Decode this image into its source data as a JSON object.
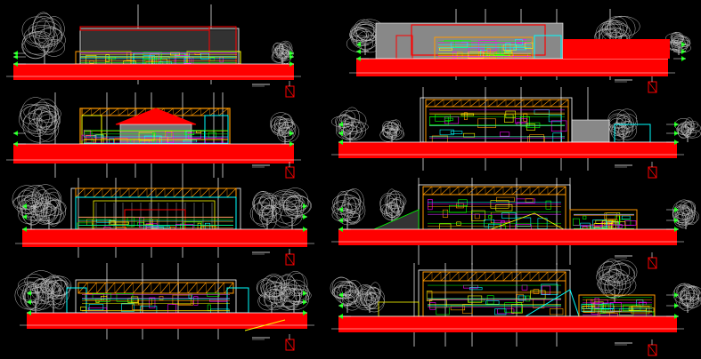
{
  "drawing": {
    "background": "#000000",
    "colors": {
      "ground": "#ff0000",
      "structure": "#ff9900",
      "wall": "#ffff00",
      "glass": "#00ffff",
      "trees": "#bbbbbb",
      "lines": "#ffffff",
      "accent_green": "#00ff00",
      "accent_magenta": "#ff00ff",
      "accent_blue": "#3366ff"
    },
    "sheets": [
      {
        "key": "left-1",
        "type": "facade"
      },
      {
        "key": "left-2",
        "type": "cross-section-roof"
      },
      {
        "key": "left-3",
        "type": "cross-section-stage"
      },
      {
        "key": "left-4",
        "type": "cross-section-truss"
      },
      {
        "key": "right-1",
        "type": "facade"
      },
      {
        "key": "right-2",
        "type": "long-section"
      },
      {
        "key": "right-3",
        "type": "long-section-sloped"
      },
      {
        "key": "right-4",
        "type": "long-section-sloped"
      }
    ]
  }
}
